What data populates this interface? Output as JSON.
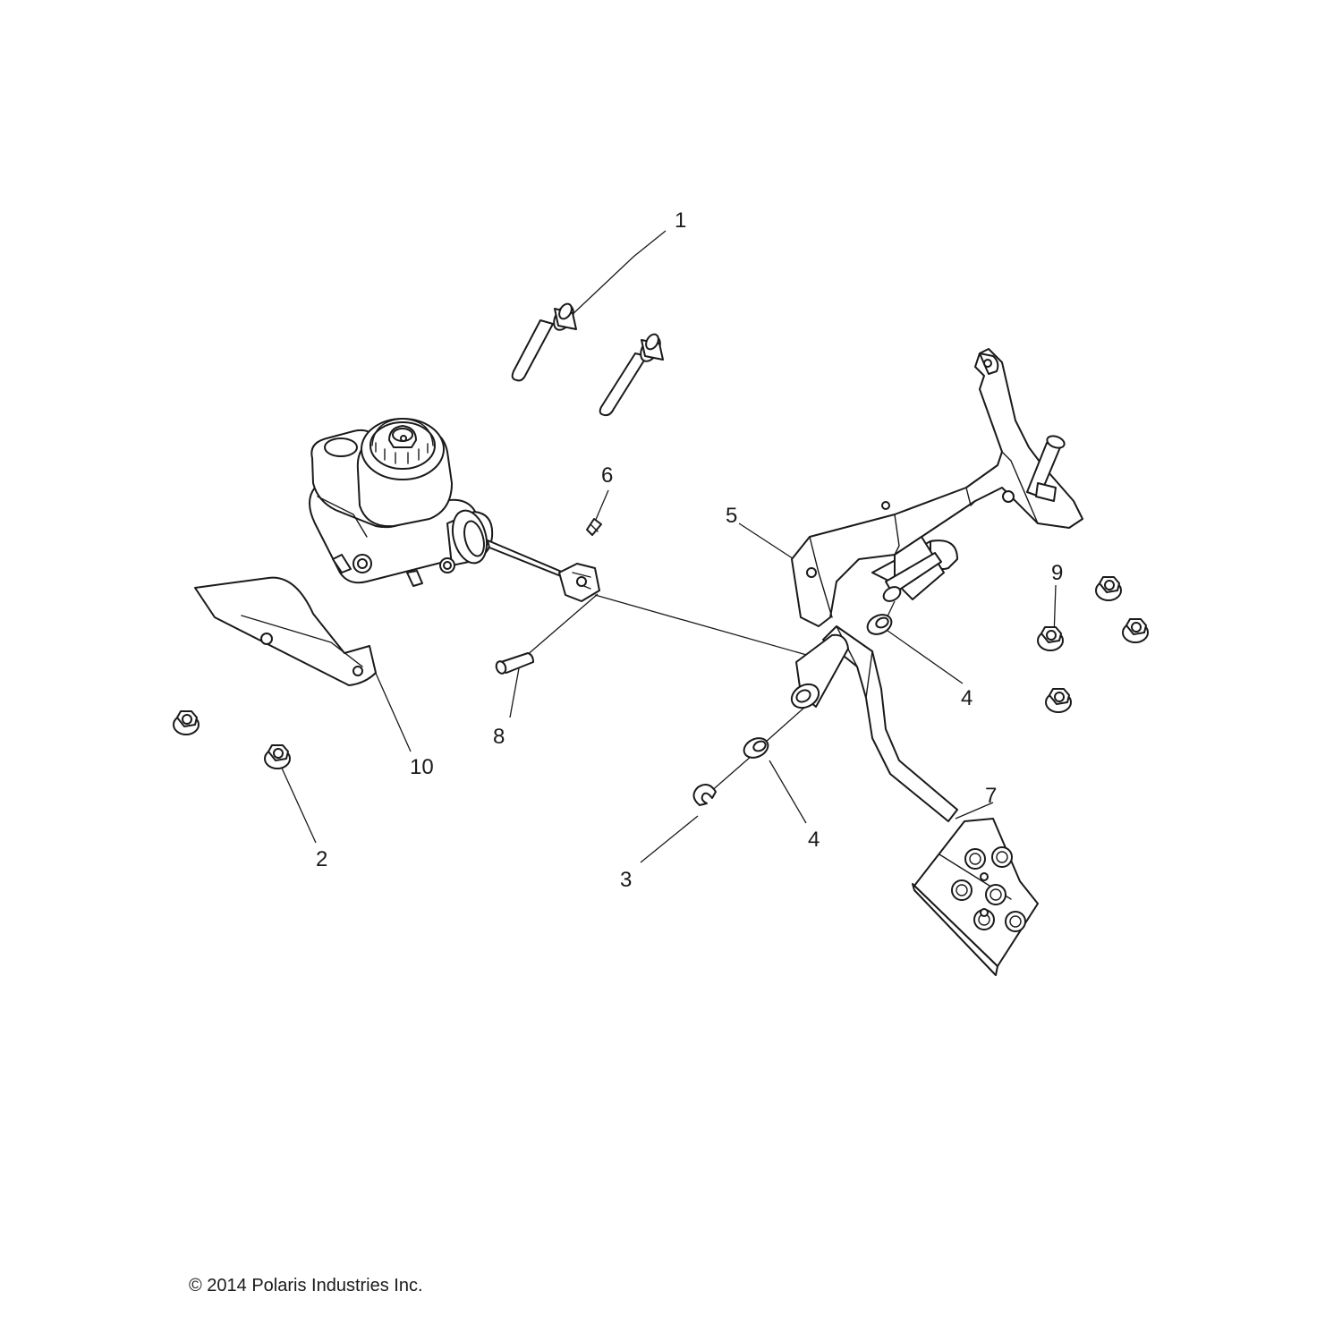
{
  "callouts": [
    {
      "id": "1",
      "label": "1"
    },
    {
      "id": "2",
      "label": "2"
    },
    {
      "id": "3",
      "label": "3"
    },
    {
      "id": "4a",
      "label": "4"
    },
    {
      "id": "4b",
      "label": "4"
    },
    {
      "id": "5",
      "label": "5"
    },
    {
      "id": "6",
      "label": "6"
    },
    {
      "id": "7",
      "label": "7"
    },
    {
      "id": "8",
      "label": "8"
    },
    {
      "id": "9",
      "label": "9"
    },
    {
      "id": "10",
      "label": "10"
    }
  ],
  "copyright": "© 2014 Polaris Industries Inc."
}
